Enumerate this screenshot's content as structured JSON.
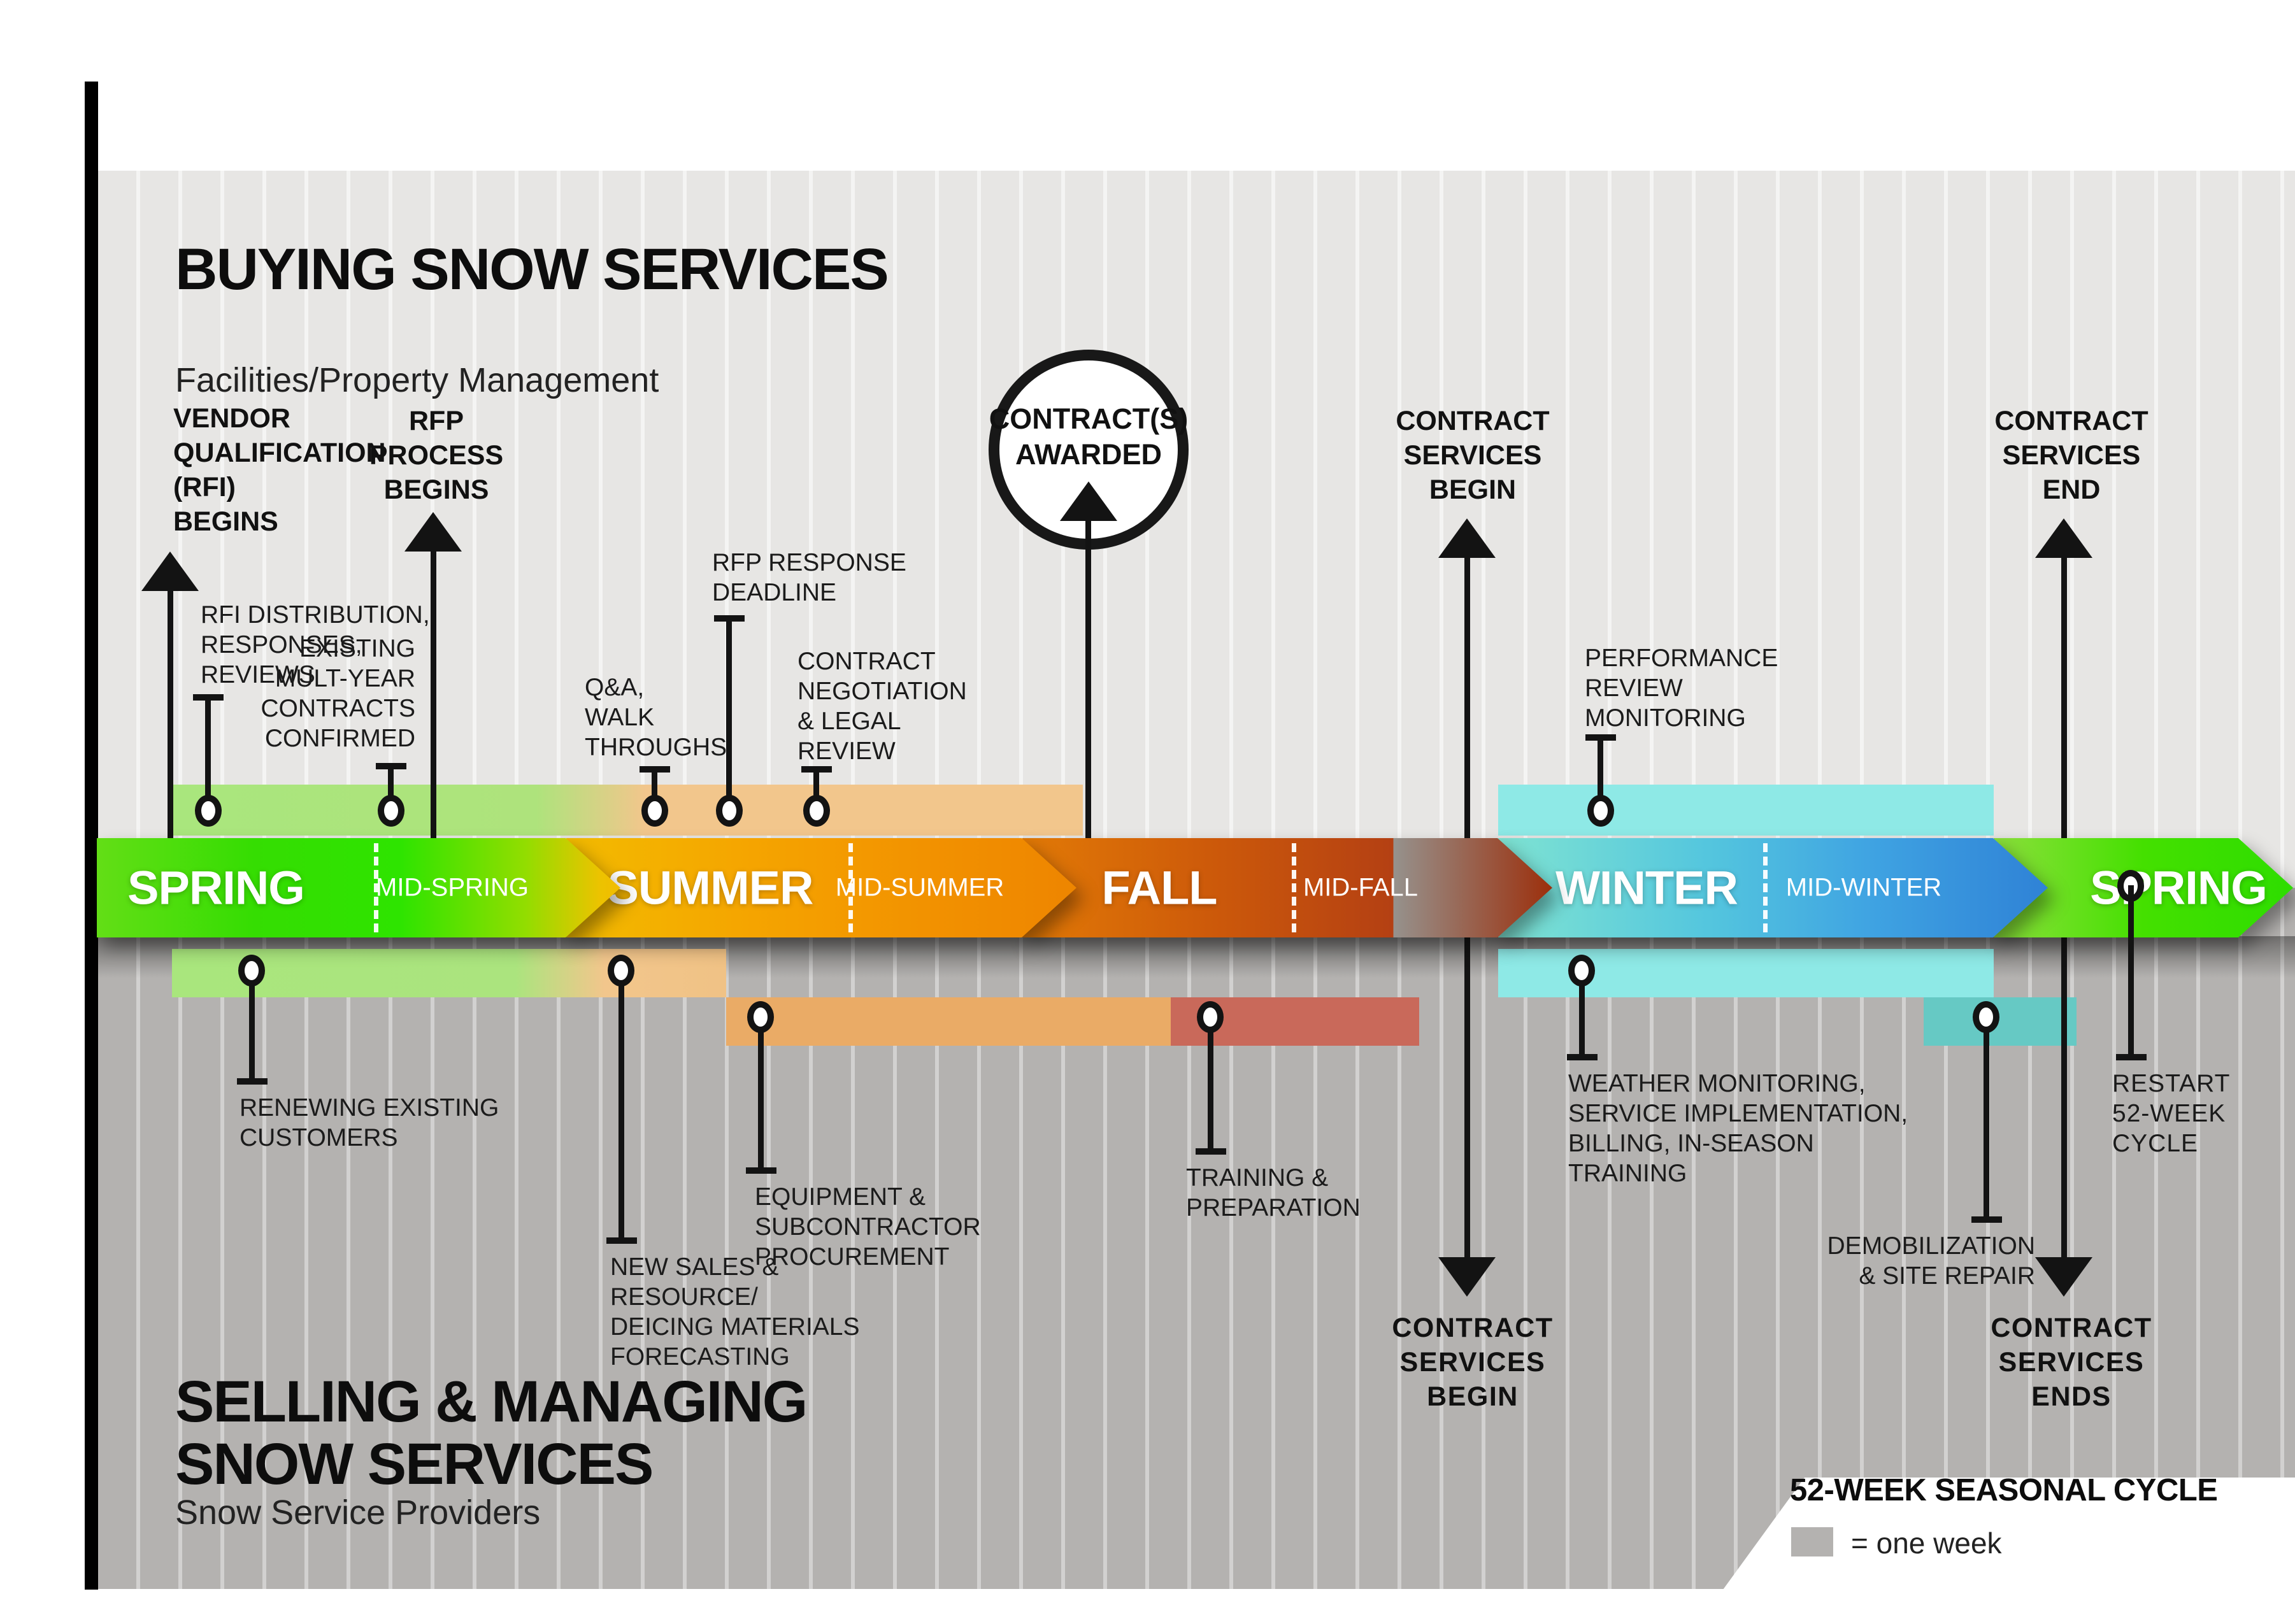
{
  "buying": {
    "title": "BUYING SNOW SERVICES",
    "subtitle": "Facilities/Property Management"
  },
  "selling": {
    "title": "SELLING & MANAGING\nSNOW SERVICES",
    "subtitle": "Snow Service Providers"
  },
  "timeline": {
    "seasons": [
      {
        "label": "SPRING"
      },
      {
        "label": "MID-SPRING"
      },
      {
        "label": "SUMMER"
      },
      {
        "label": "MID-SUMMER"
      },
      {
        "label": "FALL"
      },
      {
        "label": "MID-FALL"
      },
      {
        "label": "WINTER"
      },
      {
        "label": "MID-WINTER"
      },
      {
        "label": "SPRING"
      }
    ]
  },
  "buyer_events": {
    "vendor_qualification": "VENDOR\nQUALIFICATION\n(RFI)\nBEGINS",
    "rfi_distribution": "RFI DISTRIBUTION,\nRESPONSES,\nREVIEWS",
    "existing_contracts": "EXISTING\nMULT-YEAR\nCONTRACTS\nCONFIRMED",
    "rfp_process": "RFP\nPROCESS\nBEGINS",
    "qa_walkthroughs": "Q&A,\nWALK\nTHROUGHS",
    "rfp_deadline": "RFP RESPONSE\nDEADLINE",
    "contract_negotiation": "CONTRACT\nNEGOTIATION\n& LEGAL\nREVIEW",
    "contracts_awarded": "CONTRACT(S)\nAWARDED",
    "services_begin": "CONTRACT\nSERVICES\nBEGIN",
    "performance_review": "PERFORMANCE\nREVIEW\nMONITORING",
    "services_end": "CONTRACT\nSERVICES\nEND"
  },
  "seller_events": {
    "renewing": "RENEWING EXISTING\nCUSTOMERS",
    "new_sales": "NEW SALES &\nRESOURCE/\nDEICING MATERIALS\nFORECASTING",
    "equipment": "EQUIPMENT &\nSUBCONTRACTOR\nPROCUREMENT",
    "training": "TRAINING &\nPREPARATION",
    "services_begin": "CONTRACT\nSERVICES\nBEGIN",
    "weather": "WEATHER MONITORING,\nSERVICE IMPLEMENTATION,\nBILLING, IN-SEASON\nTRAINING",
    "demobilization": "DEMOBILIZATION\n& SITE REPAIR",
    "services_ends": "CONTRACT\nSERVICES\nENDS",
    "restart": "RESTART\n52-WEEK\nCYCLE"
  },
  "legend": {
    "title": "52-WEEK SEASONAL CYCLE",
    "item": "= one week"
  },
  "colors": {
    "spring_green": "#2ee400",
    "summer_orange": "#f29200",
    "fall_rust": "#9c2f0c",
    "winter_blue": "#3fa3e2",
    "bar_light_green": "#a9e67d",
    "bar_light_orange": "#f2c68c",
    "bar_cyan": "#8ee9e6",
    "bar_teal": "#66c9c4",
    "bar_orange": "#eaab66",
    "bar_red": "#c9695a",
    "panel_top_gray": "#e7e6e4",
    "panel_bottom_gray": "#b4b2b0"
  }
}
